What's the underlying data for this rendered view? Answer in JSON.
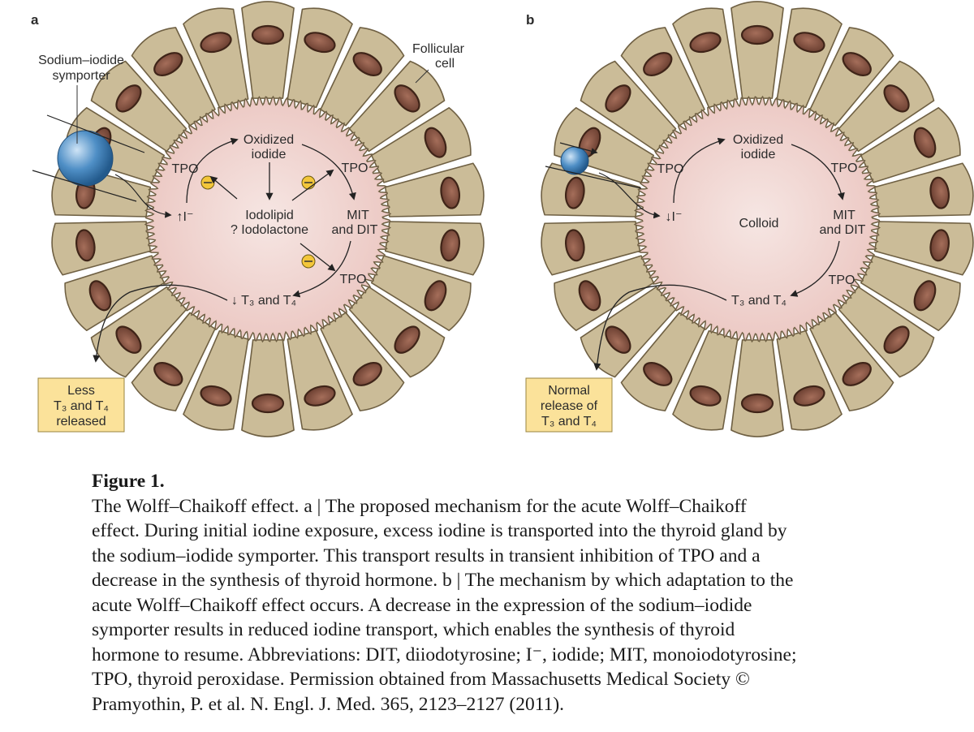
{
  "panel_a": {
    "letter": "a",
    "label_symporter": [
      "Sodium–iodide",
      "symporter"
    ],
    "label_follicular": [
      "Follicular",
      "cell"
    ],
    "oxidized": [
      "Oxidized",
      "iodide"
    ],
    "tpo": "TPO",
    "iodide_up": "↑I⁻",
    "iodolipid": [
      "Iodolipid",
      "? Iodolactone"
    ],
    "mit": [
      "MIT",
      "and DIT"
    ],
    "t3t4": "↓ T₃ and T₄",
    "inhibit": "⊖",
    "box": [
      "Less",
      "T₃ and T₄",
      "released"
    ]
  },
  "panel_b": {
    "letter": "b",
    "oxidized": [
      "Oxidized",
      "iodide"
    ],
    "tpo": "TPO",
    "iodide_down": "↓I⁻",
    "colloid": "Colloid",
    "mit": [
      "MIT",
      "and DIT"
    ],
    "t3t4": "T₃ and T₄",
    "box": [
      "Normal",
      "release of",
      "T₃ and T₄"
    ]
  },
  "caption": {
    "title": "Figure 1.",
    "lines": [
      "The Wolff–Chaikoff effect. a | The proposed mechanism for the acute Wolff–Chaikoff",
      "effect. During initial iodine exposure, excess iodine is transported into the thyroid gland by",
      "the sodium–iodide symporter. This transport results in transient inhibition of TPO and a",
      "decrease in the synthesis of thyroid hormone. b | The mechanism by which adaptation to the",
      "acute Wolff–Chaikoff effect occurs. A decrease in the expression of the sodium–iodide",
      "symporter results in reduced iodine transport, which enables the synthesis of thyroid",
      "hormone to resume. Abbreviations: DIT, diiodotyrosine; I⁻, iodide; MIT, monoiodotyrosine;",
      "TPO, thyroid peroxidase. Permission obtained from Massachusetts Medical Society ©",
      "Pramyothin, P. et al. N. Engl. J. Med. 365, 2123–2127 (2011)."
    ]
  },
  "colors": {
    "cell_fill": "#cbbc98",
    "cell_stroke": "#6f6043",
    "nucleus": "#7c5040",
    "colloid": "#f2dcd9",
    "symporter": "#4f8fc6",
    "box_fill": "#fbe29a"
  }
}
